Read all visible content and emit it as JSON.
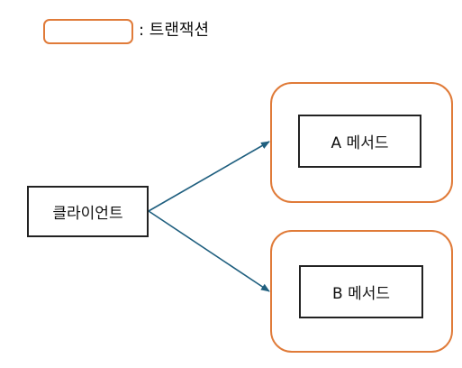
{
  "legend": {
    "label": ": 트랜잭션",
    "color": "#e07b39"
  },
  "nodes": {
    "client": {
      "label": "클라이언트"
    },
    "method_a": {
      "label": "A 메서드"
    },
    "method_b": {
      "label": "B 메서드"
    }
  },
  "colors": {
    "transaction_border": "#e07b39",
    "node_border": "#222222",
    "arrow": "#1f5f7f"
  }
}
